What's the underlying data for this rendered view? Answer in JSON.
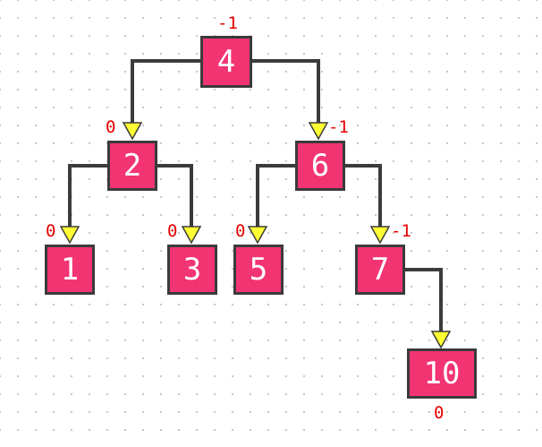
{
  "colors": {
    "node_fill": "#f23472",
    "node_border": "#3b3b3b",
    "edge": "#3b3b3b",
    "arrow": "#ffff33",
    "balance_text": "#e60000"
  },
  "nodes": [
    {
      "id": "n4",
      "label": "4",
      "balance": "-1"
    },
    {
      "id": "n2",
      "label": "2",
      "balance": "0"
    },
    {
      "id": "n6",
      "label": "6",
      "balance": "-1"
    },
    {
      "id": "n1",
      "label": "1",
      "balance": "0"
    },
    {
      "id": "n3",
      "label": "3",
      "balance": "0"
    },
    {
      "id": "n5",
      "label": "5",
      "balance": "0"
    },
    {
      "id": "n7",
      "label": "7",
      "balance": "-1"
    },
    {
      "id": "n10",
      "label": "10",
      "balance": "0"
    }
  ],
  "edges": [
    {
      "from": "n4",
      "to": "n2"
    },
    {
      "from": "n4",
      "to": "n6"
    },
    {
      "from": "n2",
      "to": "n1"
    },
    {
      "from": "n2",
      "to": "n3"
    },
    {
      "from": "n6",
      "to": "n5"
    },
    {
      "from": "n6",
      "to": "n7"
    },
    {
      "from": "n7",
      "to": "n10"
    }
  ]
}
